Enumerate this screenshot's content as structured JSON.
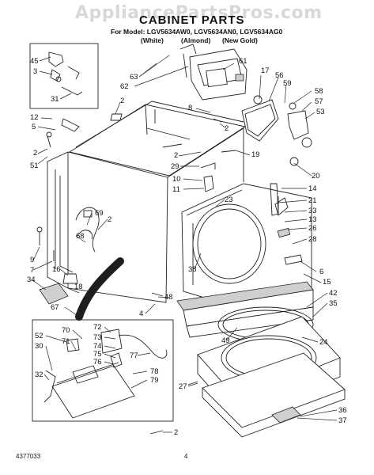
{
  "watermark": "AppliancePartsPros.com",
  "title": "CABINET PARTS",
  "model_line": "For Model: LGV5634AW0, LGV5634AN0, LGV5634AG0",
  "colors": [
    "(White)",
    "(Almond)",
    "(New Gold)"
  ],
  "footer_left": "4377033",
  "footer_page": "4",
  "callouts": [
    {
      "id": "45",
      "t": "45"
    },
    {
      "id": "3",
      "t": "3"
    },
    {
      "id": "31",
      "t": "31"
    },
    {
      "id": "63",
      "t": "63"
    },
    {
      "id": "62",
      "t": "62"
    },
    {
      "id": "61",
      "t": "61"
    },
    {
      "id": "17",
      "t": "17"
    },
    {
      "id": "56",
      "t": "56"
    },
    {
      "id": "59",
      "t": "59"
    },
    {
      "id": "58",
      "t": "58"
    },
    {
      "id": "57",
      "t": "57"
    },
    {
      "id": "53",
      "t": "53"
    },
    {
      "id": "2a",
      "t": "2"
    },
    {
      "id": "8",
      "t": "8"
    },
    {
      "id": "2b",
      "t": "2"
    },
    {
      "id": "12",
      "t": "12"
    },
    {
      "id": "5",
      "t": "5"
    },
    {
      "id": "2c",
      "t": "2"
    },
    {
      "id": "51",
      "t": "51"
    },
    {
      "id": "2d",
      "t": "2"
    },
    {
      "id": "29",
      "t": "29"
    },
    {
      "id": "19",
      "t": "19"
    },
    {
      "id": "10",
      "t": "10"
    },
    {
      "id": "11",
      "t": "11"
    },
    {
      "id": "20",
      "t": "20"
    },
    {
      "id": "14",
      "t": "14"
    },
    {
      "id": "21",
      "t": "21"
    },
    {
      "id": "23",
      "t": "23"
    },
    {
      "id": "33",
      "t": "33"
    },
    {
      "id": "13",
      "t": "13"
    },
    {
      "id": "26",
      "t": "26"
    },
    {
      "id": "28",
      "t": "28"
    },
    {
      "id": "69",
      "t": "69"
    },
    {
      "id": "2e",
      "t": "2"
    },
    {
      "id": "68",
      "t": "68"
    },
    {
      "id": "9",
      "t": "9"
    },
    {
      "id": "7",
      "t": "7"
    },
    {
      "id": "16",
      "t": "16"
    },
    {
      "id": "34",
      "t": "34"
    },
    {
      "id": "18",
      "t": "18"
    },
    {
      "id": "38",
      "t": "38"
    },
    {
      "id": "6",
      "t": "6"
    },
    {
      "id": "15",
      "t": "15"
    },
    {
      "id": "67",
      "t": "67"
    },
    {
      "id": "48",
      "t": "48"
    },
    {
      "id": "4",
      "t": "4"
    },
    {
      "id": "42",
      "t": "42"
    },
    {
      "id": "35",
      "t": "35"
    },
    {
      "id": "52",
      "t": "52"
    },
    {
      "id": "30",
      "t": "30"
    },
    {
      "id": "70",
      "t": "70"
    },
    {
      "id": "71",
      "t": "71"
    },
    {
      "id": "72",
      "t": "72"
    },
    {
      "id": "73",
      "t": "73"
    },
    {
      "id": "74",
      "t": "74"
    },
    {
      "id": "75",
      "t": "75"
    },
    {
      "id": "76",
      "t": "76"
    },
    {
      "id": "77",
      "t": "77"
    },
    {
      "id": "78",
      "t": "78"
    },
    {
      "id": "79",
      "t": "79"
    },
    {
      "id": "49",
      "t": "49"
    },
    {
      "id": "24",
      "t": "24"
    },
    {
      "id": "32",
      "t": "32"
    },
    {
      "id": "27",
      "t": "27"
    },
    {
      "id": "2f",
      "t": "2"
    },
    {
      "id": "36",
      "t": "36"
    },
    {
      "id": "37",
      "t": "37"
    }
  ]
}
